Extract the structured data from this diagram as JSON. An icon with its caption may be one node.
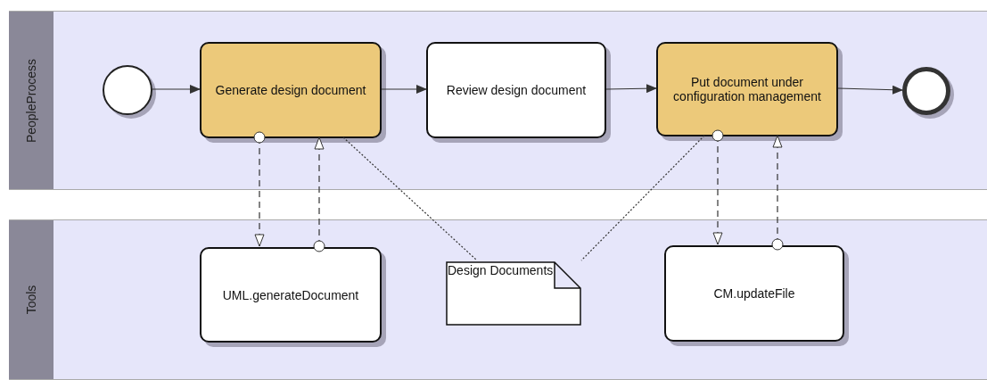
{
  "diagram": {
    "nodes": [
      {
        "text": [
          "PeopleProcess"
        ]
      },
      {
        "text": [],
        "shape": "circle",
        "in": 0
      },
      {
        "text": [
          "Generate design document"
        ],
        "in": 0
      },
      {
        "text": [
          "Review design document"
        ],
        "in": 0
      },
      {
        "text": [
          "Put document under configuration management"
        ],
        "in": 0
      },
      {
        "text": [],
        "shape": "circle",
        "in": 0
      },
      {
        "text": [
          "Tools"
        ]
      },
      {
        "text": [
          "UML.generateDocument"
        ],
        "in": 6
      },
      {
        "text": [
          "Design Documents"
        ],
        "in": 6
      },
      {
        "text": [
          "CM.updateFile"
        ],
        "in": 6
      }
    ],
    "edges": [
      {
        "from": 1,
        "to": 2,
        "arrow": "to"
      },
      {
        "from": 2,
        "to": 3,
        "arrow": "to"
      },
      {
        "from": 3,
        "to": 4,
        "arrow": "to"
      },
      {
        "from": 4,
        "to": 5,
        "arrow": "to"
      },
      {
        "from": 2,
        "to": 7,
        "arrow": "to",
        "style": "dashed"
      },
      {
        "from": 7,
        "to": 2,
        "arrow": "to",
        "style": "dashed"
      },
      {
        "from": 2,
        "to": 8,
        "arrow": "none",
        "style": "dashed"
      },
      {
        "from": 4,
        "to": 8,
        "arrow": "none",
        "style": "dashed"
      },
      {
        "from": 4,
        "to": 9,
        "arrow": "to",
        "style": "dashed"
      },
      {
        "from": 9,
        "to": 4,
        "arrow": "to",
        "style": "dashed"
      }
    ]
  }
}
